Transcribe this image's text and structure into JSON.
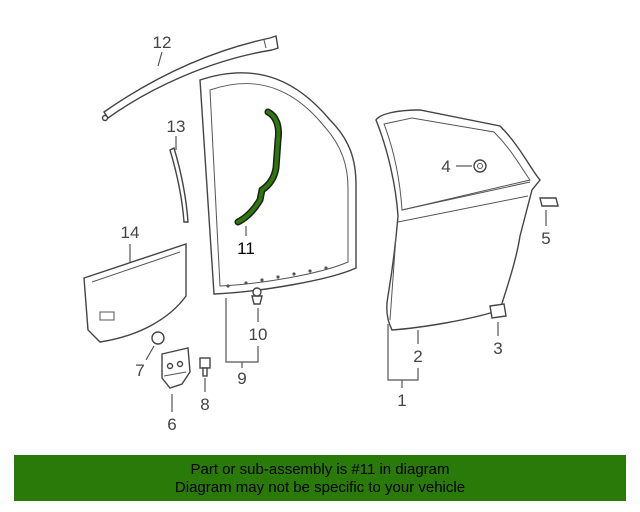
{
  "callouts": [
    "1",
    "2",
    "3",
    "4",
    "5",
    "6",
    "7",
    "8",
    "9",
    "10",
    "11",
    "12",
    "13",
    "14"
  ],
  "highlight_color": "#2a7a0a",
  "banner": {
    "line1": "Part or sub-assembly is #11 in diagram",
    "line2": "Diagram may not be specific to your vehicle",
    "color": "#2a7a0a"
  }
}
